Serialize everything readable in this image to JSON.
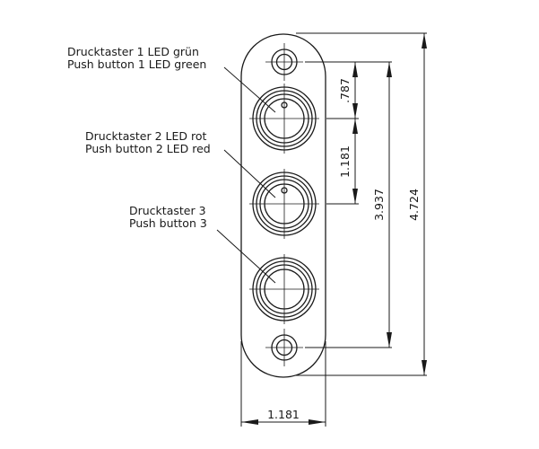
{
  "labels": {
    "button1": {
      "de": "Drucktaster 1 LED grün",
      "en": "Push button 1 LED green"
    },
    "button2": {
      "de": "Drucktaster 2 LED rot",
      "en": "Push button 2 LED red"
    },
    "button3": {
      "de": "Drucktaster 3",
      "en": "Push button 3"
    }
  },
  "dimensions": {
    "top_hole_to_button1": ".787",
    "button_pitch": "1.181",
    "hole_to_hole": "3.937",
    "overall_height": "4.724",
    "overall_width": "1.181"
  },
  "colors": {
    "line": "#1a1a1a",
    "background": "#ffffff"
  }
}
